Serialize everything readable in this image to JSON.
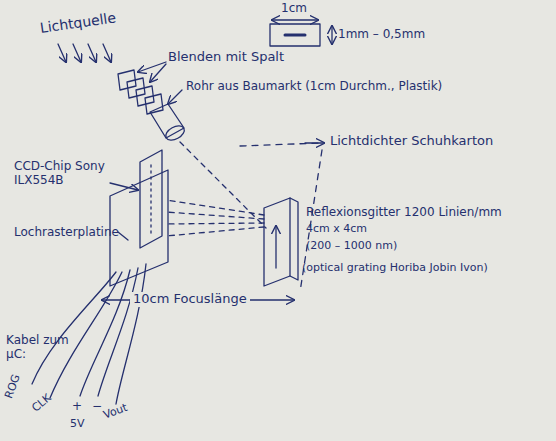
{
  "diagram": {
    "labels": [
      "Lichtquelle",
      "1cm",
      "1mm – 0,5mm",
      "Blenden mit Spalt",
      "Rohr aus Baumarkt (1cm Durchm., Plastik)",
      "Lichtdichter Schuhkarton",
      "CCD-Chip Sony ILX554B",
      "Lochrasterplatine",
      "Reflexionsgitter 1200 Linien/mm",
      "4cm x 4cm",
      "(200 – 1000 nm)",
      "(optical grating Horiba Jobin Ivon)",
      "10cm Focuslänge",
      "Kabel zum µC:",
      "ROG",
      "CLK",
      "+",
      "−",
      "5V",
      "Vout"
    ]
  }
}
